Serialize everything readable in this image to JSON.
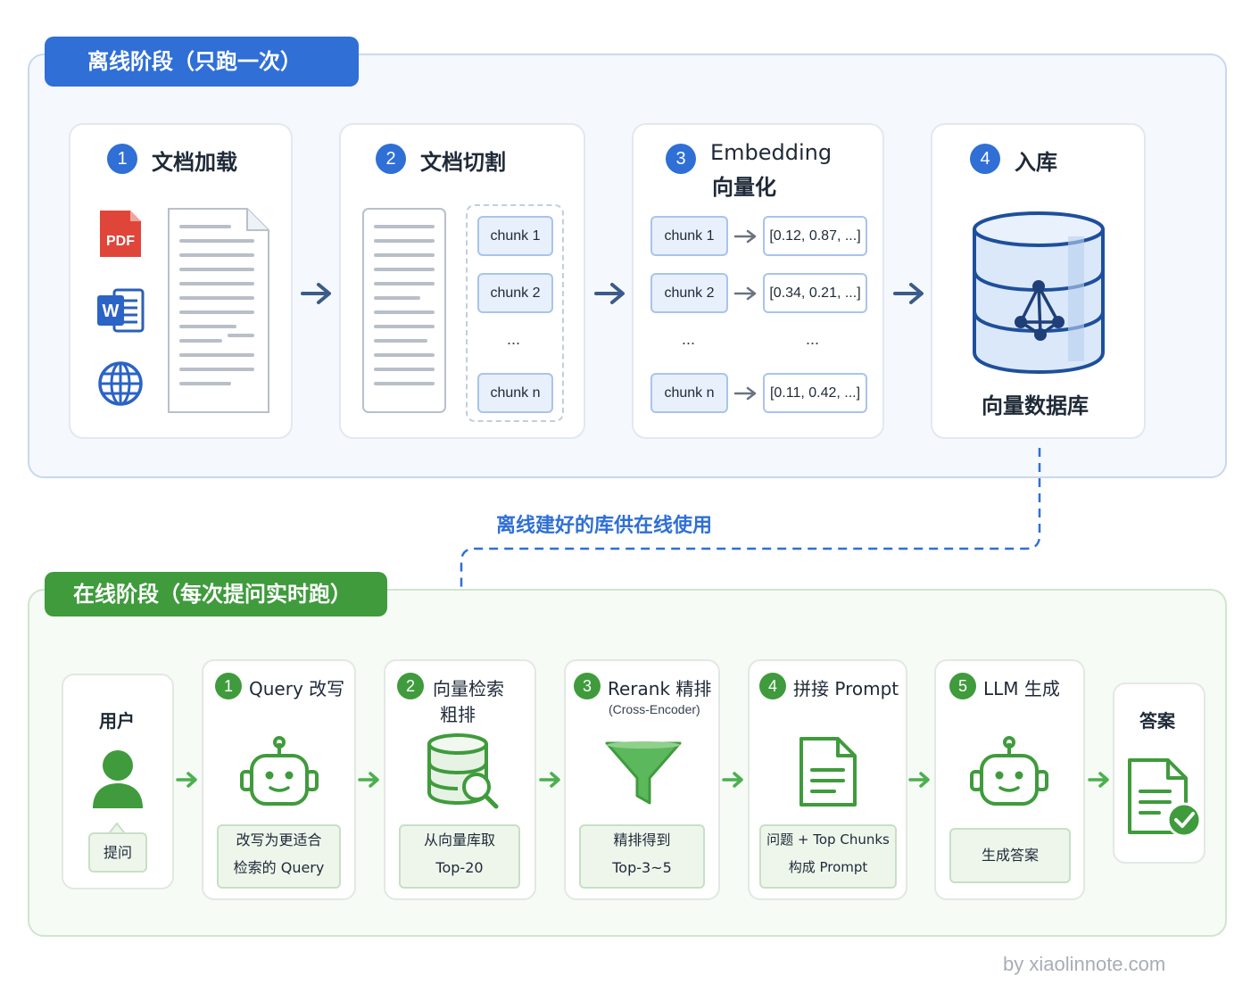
{
  "offline": {
    "title": "离线阶段（只跑一次）",
    "steps": [
      {
        "num": "1",
        "title": "文档加载",
        "file_labels": {
          "pdf": "PDF",
          "word": "W"
        }
      },
      {
        "num": "2",
        "title": "文档切割",
        "chunks": [
          "chunk 1",
          "chunk 2",
          "...",
          "chunk n"
        ]
      },
      {
        "num": "3",
        "title_line1": "Embedding",
        "title_line2": "向量化",
        "rows": [
          {
            "chunk": "chunk 1",
            "vector": "[0.12, 0.87, ...]"
          },
          {
            "chunk": "chunk 2",
            "vector": "[0.34, 0.21, ...]"
          },
          {
            "chunk": "...",
            "vector": "..."
          },
          {
            "chunk": "chunk n",
            "vector": "[0.11, 0.42, ...]"
          }
        ]
      },
      {
        "num": "4",
        "title": "入库",
        "db_label": "向量数据库"
      }
    ]
  },
  "connector_note": "离线建好的库供在线使用",
  "online": {
    "title": "在线阶段（每次提问实时跑）",
    "user": {
      "title": "用户",
      "bubble": "提问"
    },
    "steps": [
      {
        "num": "1",
        "title": "Query 改写",
        "box_line1": "改写为更适合",
        "box_line2": "检索的 Query"
      },
      {
        "num": "2",
        "title_line1": "向量检索",
        "title_line2": "粗排",
        "box_line1": "从向量库取",
        "box_line2": "Top-20"
      },
      {
        "num": "3",
        "title": "Rerank 精排",
        "subtitle": "(Cross-Encoder)",
        "box_line1": "精排得到",
        "box_line2": "Top-3~5"
      },
      {
        "num": "4",
        "title": "拼接 Prompt",
        "box_line1": "问题 + Top Chunks",
        "box_line2": "构成 Prompt"
      },
      {
        "num": "5",
        "title": "LLM 生成",
        "box_line1": "生成答案"
      }
    ],
    "answer": {
      "title": "答案"
    }
  },
  "footer": "by xiaolinnote.com",
  "colors": {
    "blue": "#2f6fd6",
    "green": "#3f9b3c",
    "arrow_blue": "#3b5b8a",
    "arrow_green": "#4caf50"
  }
}
